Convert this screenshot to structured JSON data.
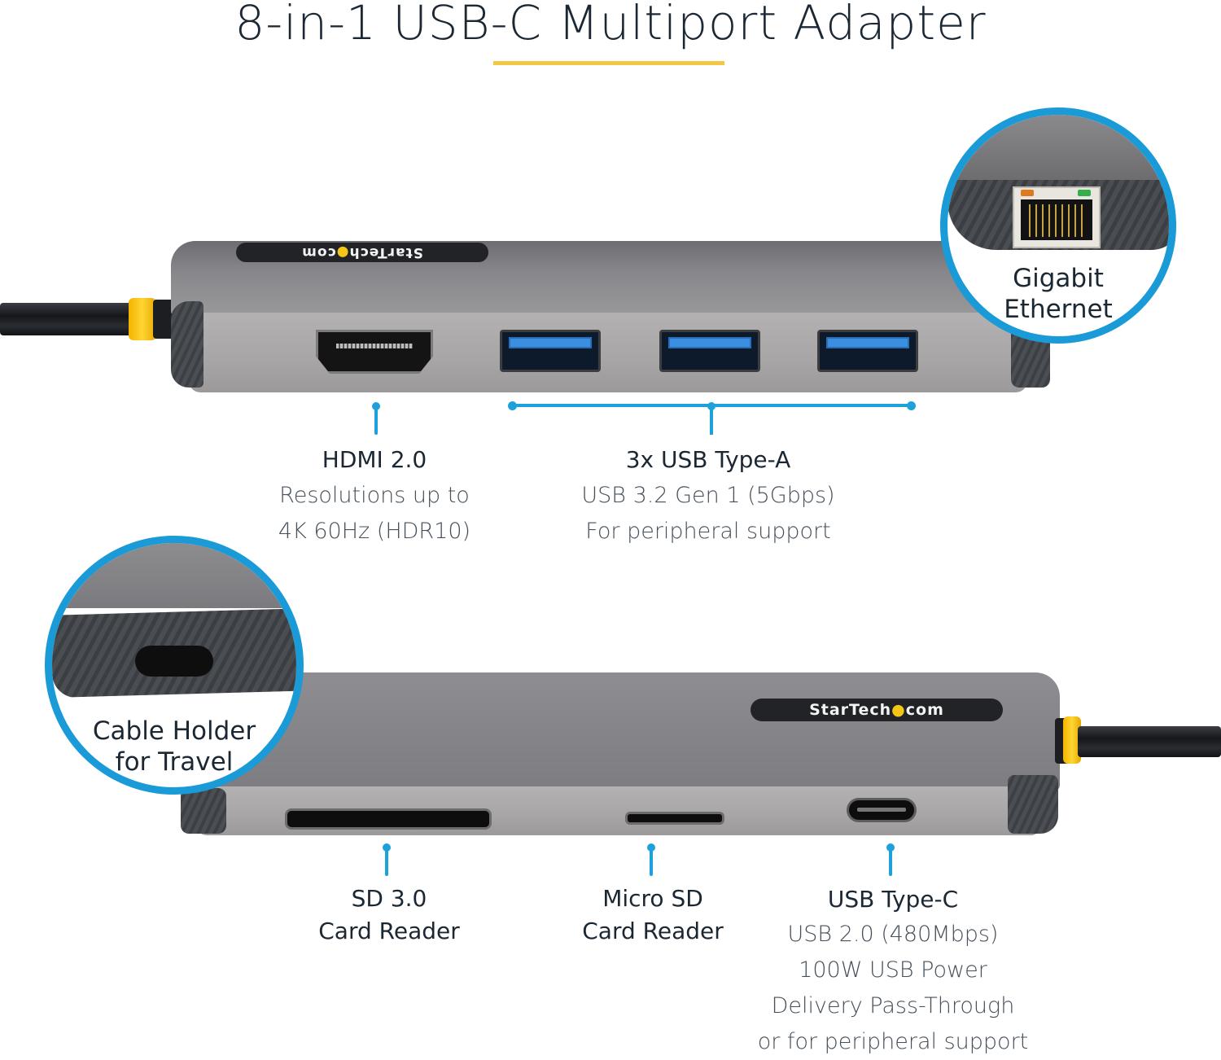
{
  "title": "8-in-1 USB-C Multiport Adapter",
  "colors": {
    "accent_blue": "#1da1db",
    "accent_yellow": "#f2c744",
    "text_dark": "#1b2833",
    "text_light": "#46505a"
  },
  "brand": {
    "logo_text_prefix": "StarTech",
    "logo_dot": "●",
    "logo_text_suffix": "com"
  },
  "insets": {
    "ethernet": {
      "line1": "Gigabit",
      "line2": "Ethernet"
    },
    "cable_holder": {
      "line1": "Cable Holder",
      "line2": "for Travel"
    }
  },
  "callouts": {
    "hdmi": {
      "heading": "HDMI 2.0",
      "lines": [
        "Resolutions up to",
        "4K 60Hz (HDR10)"
      ]
    },
    "usb_a": {
      "heading": "3x USB Type-A",
      "lines": [
        "USB 3.2 Gen 1 (5Gbps)",
        "For peripheral support"
      ]
    },
    "sd": {
      "heading": "SD 3.0",
      "lines": [
        "Card Reader"
      ]
    },
    "microsd": {
      "heading": "Micro SD",
      "lines": [
        "Card Reader"
      ]
    },
    "usb_c": {
      "heading": "USB Type-C",
      "lines": [
        "USB 2.0 (480Mbps)",
        "100W USB Power",
        "Delivery Pass-Through",
        "or for peripheral support"
      ]
    }
  },
  "icons": {
    "hdmi_port": "hdmi-port-icon",
    "usb_a_port": "usb-a-port-icon",
    "rj45_port": "ethernet-port-icon",
    "sd_slot": "sd-slot-icon",
    "microsd_slot": "microsd-slot-icon",
    "usb_c_port": "usb-c-port-icon"
  }
}
